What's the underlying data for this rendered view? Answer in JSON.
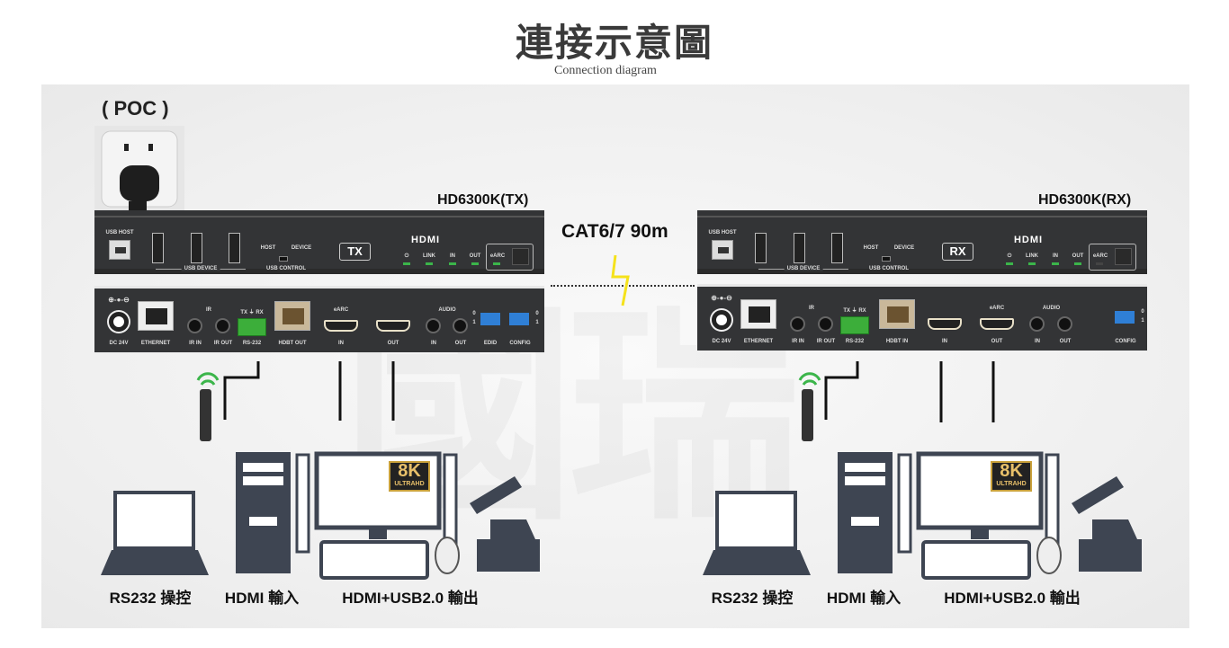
{
  "title": "連接示意圖",
  "subtitle": "Connection diagram",
  "poc_label": "( POC )",
  "link_label": "CAT6/7 90m",
  "watermark": "國瑞",
  "colors": {
    "led_green": "#3bb54a",
    "terminal_green": "#3cae3a",
    "dip_blue": "#2f7fd6",
    "lightning": "#f5e21b",
    "panel": "#333436"
  },
  "devices": [
    {
      "model": "HD6300K(TX)",
      "mode": "TX",
      "front": {
        "usb_host": "USB HOST",
        "usb_device": "USB DEVICE",
        "host": "HOST",
        "device": "DEVICE",
        "usb_control": "USB CONTROL",
        "hdmi_logo": "HDMI",
        "leds": [
          {
            "label": "⏻",
            "on": true
          },
          {
            "label": "LINK",
            "on": true
          },
          {
            "label": "IN",
            "on": true
          },
          {
            "label": "OUT",
            "on": true
          }
        ],
        "earc": {
          "label": "eARC",
          "on": true
        }
      },
      "rear": {
        "dc": "DC 24V",
        "ethernet": "ETHERNET",
        "ir": "IR",
        "ir_in": "IR IN",
        "ir_out": "IR OUT",
        "rs232_top": "TX ⏚ RX",
        "rs232": "RS-232",
        "hdbt": "HDBT OUT",
        "earc": "eARC",
        "hdmi_in": "IN",
        "hdmi_out": "OUT",
        "audio": "AUDIO",
        "audio_in": "IN",
        "audio_out": "OUT",
        "edid": "EDID",
        "config": "CONFIG",
        "dip_0": "0",
        "dip_1": "1",
        "earc_on": "in"
      },
      "labels": [
        "RS232 操控",
        "HDMI 輸入",
        "HDMI+USB2.0 輸出"
      ]
    },
    {
      "model": "HD6300K(RX)",
      "mode": "RX",
      "front": {
        "usb_host": "USB HOST",
        "usb_device": "USB DEVICE",
        "host": "HOST",
        "device": "DEVICE",
        "usb_control": "USB CONTROL",
        "hdmi_logo": "HDMI",
        "leds": [
          {
            "label": "⏻",
            "on": true
          },
          {
            "label": "LINK",
            "on": true
          },
          {
            "label": "IN",
            "on": true
          },
          {
            "label": "OUT",
            "on": true
          }
        ],
        "earc": {
          "label": "eARC",
          "on": false
        }
      },
      "rear": {
        "dc": "DC 24V",
        "ethernet": "ETHERNET",
        "ir": "IR",
        "ir_in": "IR IN",
        "ir_out": "IR OUT",
        "rs232_top": "TX ⏚ RX",
        "rs232": "RS-232",
        "hdbt": "HDBT IN",
        "earc": "eARC",
        "hdmi_in": "IN",
        "hdmi_out": "OUT",
        "audio": "AUDIO",
        "audio_in": "IN",
        "audio_out": "OUT",
        "edid": null,
        "config": "CONFIG",
        "dip_0": "0",
        "dip_1": "1",
        "earc_on": "out"
      },
      "labels": [
        "RS232 操控",
        "HDMI 輸入",
        "HDMI+USB2.0 輸出"
      ]
    }
  ],
  "badge": {
    "big": "8K",
    "small": "ULTRAHD"
  }
}
